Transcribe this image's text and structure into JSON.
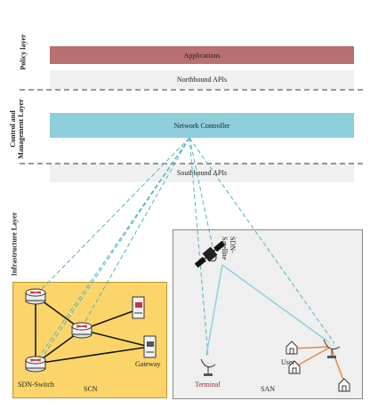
{
  "layers": {
    "policy": "Policy layer",
    "control": [
      "Control and",
      "Management Layer"
    ],
    "infrastructure": "Infrastructure Layer"
  },
  "bands": {
    "applications": "Applications",
    "northbound": "Northbound APIs",
    "controller": "Network Controller",
    "southbound": "Southbound APIs"
  },
  "scn": {
    "name": "SCN",
    "switch_label": "SDN-Switch",
    "gateway_label": "Gateway"
  },
  "san": {
    "name": "SAN",
    "satellite_label": [
      "SDN-",
      "Satellite"
    ],
    "terminal_label": "Terminal",
    "user_label": "User"
  },
  "colors": {
    "applications": "#b97070",
    "controller": "#8ecfdb",
    "api_band": "#f0f0f0",
    "scn_bg": "#fbd56a",
    "san_bg": "#efefef",
    "control_link": "#52b3c2",
    "satellite_link": "#8ecfe0",
    "user_link": "#e8893a",
    "router": "#c8343a"
  }
}
